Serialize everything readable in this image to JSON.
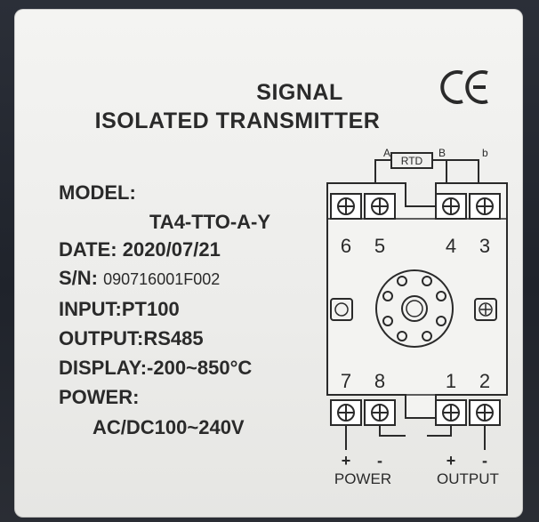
{
  "title": {
    "line1": "SIGNAL",
    "line2": "ISOLATED TRANSMITTER",
    "mark": "CE"
  },
  "specs": {
    "model_label": "MODEL:",
    "model_value": "TA4-TTO-A-Y",
    "date_label": "DATE:",
    "date_value": "2020/07/21",
    "sn_label": "S/N:",
    "sn_value": "090716001F002",
    "input": "INPUT:PT100",
    "output": "OUTPUT:RS485",
    "display": "DISPLAY:-200~850°C",
    "power_label": "POWER:",
    "power_value": "AC/DC100~240V"
  },
  "diagram": {
    "rtd_label": "RTD",
    "rtd_terminals": [
      "A",
      "B",
      "b"
    ],
    "top_terminals": [
      "6",
      "5",
      "4",
      "3"
    ],
    "bottom_terminals": [
      "7",
      "8",
      "1",
      "2"
    ],
    "power_signs": [
      "+",
      "-"
    ],
    "output_signs": [
      "+",
      "-"
    ],
    "power_label": "POWER",
    "output_label": "OUTPUT"
  },
  "colors": {
    "label_background": "#efefed",
    "ink": "#2a2a2a"
  }
}
